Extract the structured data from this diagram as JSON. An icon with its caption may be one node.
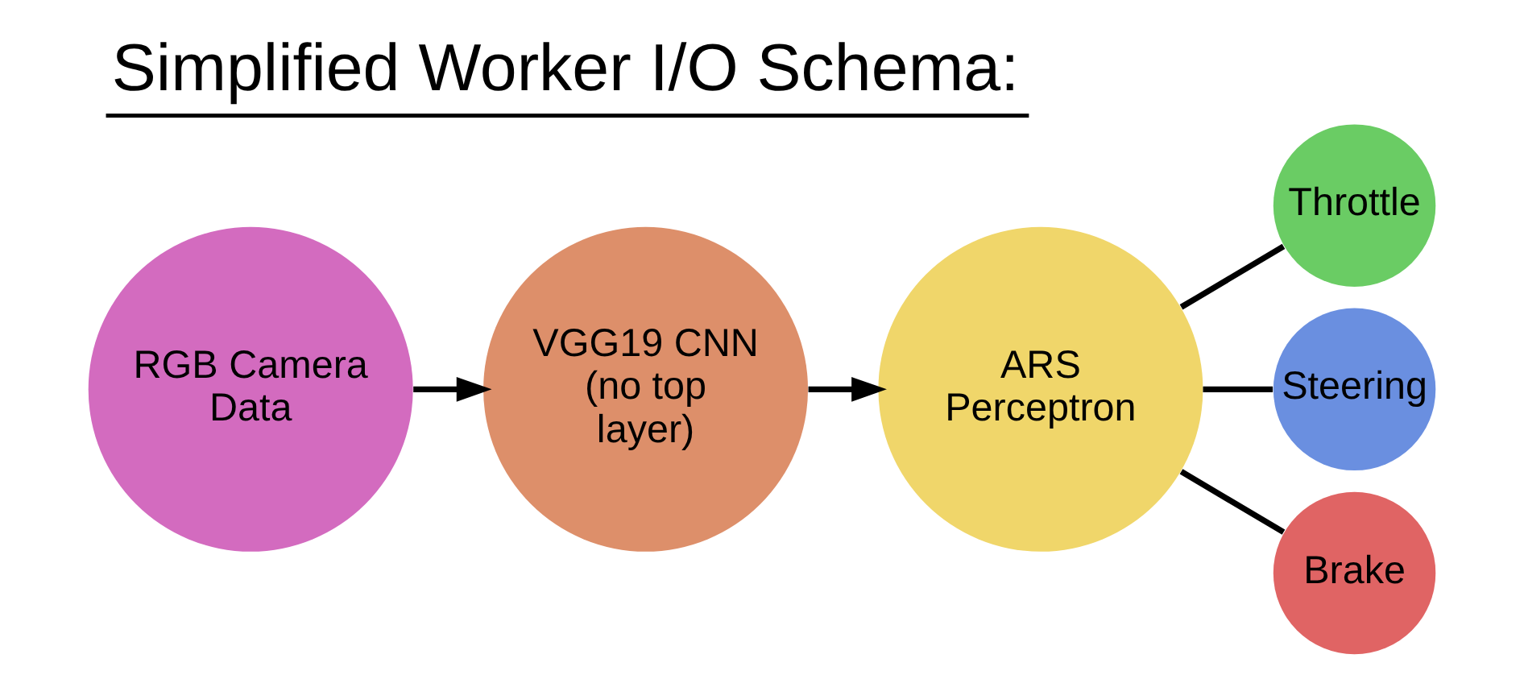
{
  "diagram": {
    "title": "Simplified Worker I/O Schema:",
    "nodes": [
      {
        "text": [
          "RGB Camera Data"
        ]
      },
      {
        "text": [
          "VGG19 CNN (no top layer)"
        ]
      },
      {
        "text": [
          "ARS Perceptron"
        ]
      },
      {
        "text": [
          "Throttle"
        ]
      },
      {
        "text": [
          "Steering"
        ]
      },
      {
        "text": [
          "Brake"
        ]
      }
    ],
    "edges": [
      {
        "from": 0,
        "to": 1,
        "arrow": "to"
      },
      {
        "from": 1,
        "to": 2,
        "arrow": "to"
      },
      {
        "from": 2,
        "to": 3,
        "arrow": "none"
      },
      {
        "from": 2,
        "to": 4,
        "arrow": "none"
      },
      {
        "from": 2,
        "to": 5,
        "arrow": "none"
      }
    ]
  }
}
